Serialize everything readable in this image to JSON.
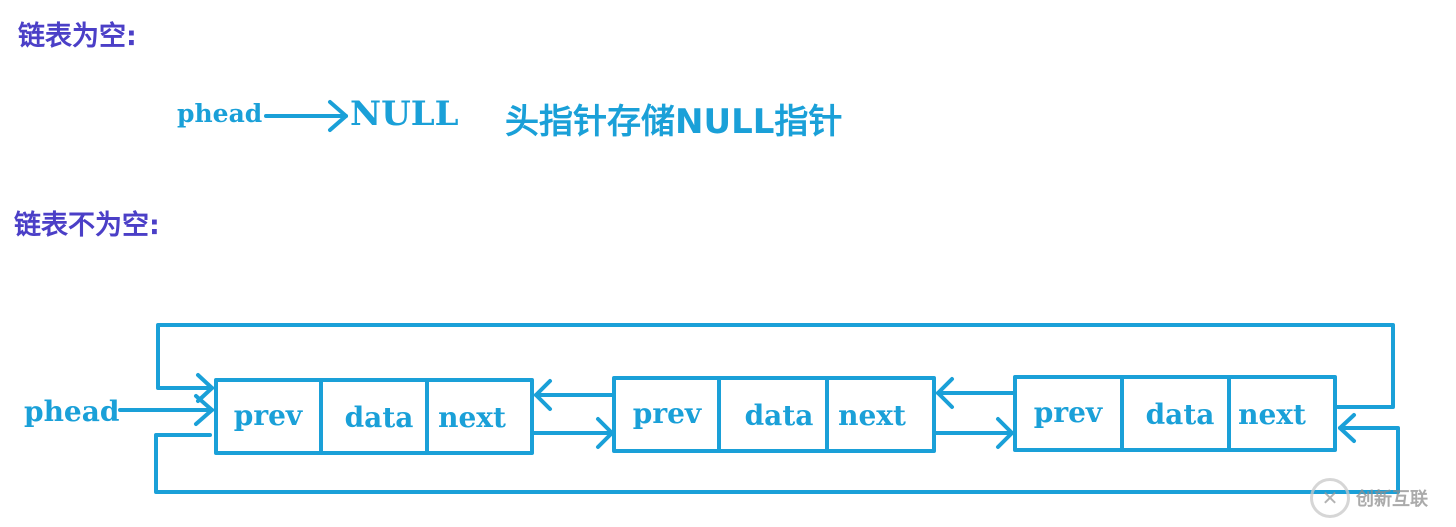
{
  "headings": {
    "empty_list": "链表为空:",
    "nonempty_list": "链表不为空:"
  },
  "empty_example": {
    "head_label": "phead",
    "null_label": "NULL",
    "description": "头指针存储NULL指针"
  },
  "list_example": {
    "head_label": "phead",
    "nodes": [
      {
        "fields": [
          "prev",
          "data",
          "next"
        ]
      },
      {
        "fields": [
          "prev",
          "data",
          "next"
        ]
      },
      {
        "fields": [
          "prev",
          "data",
          "next"
        ]
      }
    ]
  },
  "colors": {
    "heading": "#4b3fc7",
    "diagram": "#1aa0d8"
  },
  "watermark": {
    "text": "创新互联"
  }
}
